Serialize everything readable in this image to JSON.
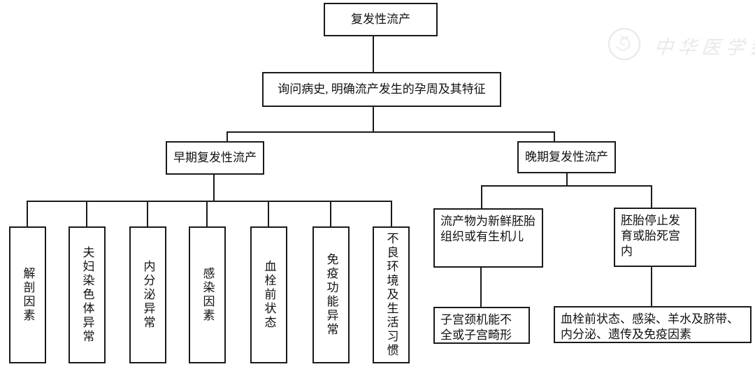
{
  "flowchart": {
    "root": "复发性流产",
    "history": "询问病史, 明确流产发生的孕周及其特征",
    "early": {
      "label": "早期复发性流产",
      "factors": [
        "解剖因素",
        "夫妇染色体异常",
        "内分泌异常",
        "感染因素",
        "血栓前状态",
        "免疫功能异常",
        "不良环境及生活习惯"
      ]
    },
    "late": {
      "label": "晚期复发性流产",
      "branch1": {
        "finding": "流产物为新鲜胚胎组织或有生机儿",
        "causes": "子宫颈机能不全或子宫畸形"
      },
      "branch2": {
        "finding": "胚胎停止发育或胎死宫内",
        "causes": "血栓前状态、感染、羊水及脐带、内分泌、遗传及免疫因素"
      }
    }
  },
  "watermark": {
    "org": "中华医学会"
  },
  "colors": {
    "line": "#1a1a1a",
    "text": "#111111",
    "background": "#ffffff",
    "watermark": "#e9e9e9"
  }
}
